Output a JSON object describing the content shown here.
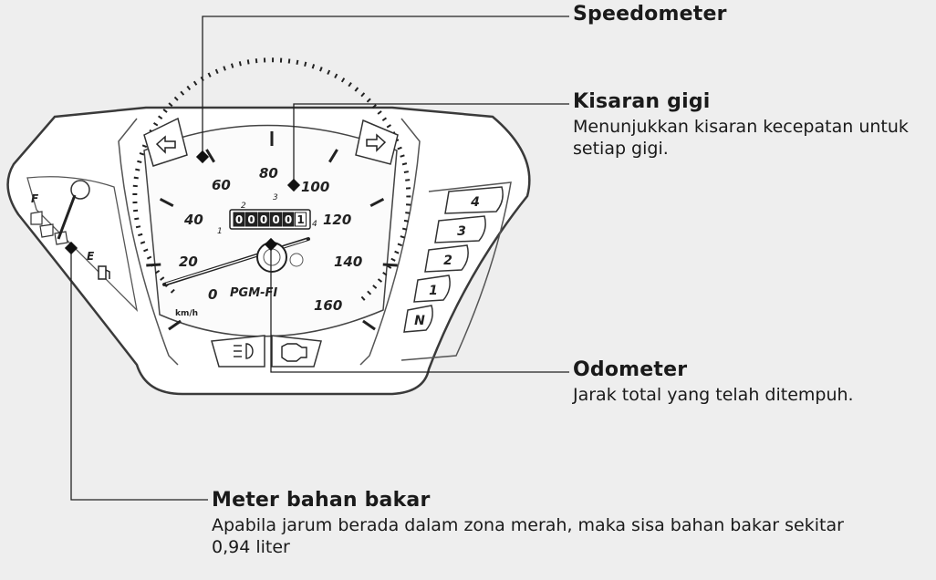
{
  "callouts": {
    "speedometer": {
      "title": "Speedometer"
    },
    "gear_range": {
      "title": "Kisaran gigi",
      "desc": "Menunjukkan kisaran kecepatan untuk setiap gigi."
    },
    "odometer": {
      "title": "Odometer",
      "desc": "Jarak total yang telah ditempuh."
    },
    "fuel_meter": {
      "title": "Meter bahan bakar",
      "desc": "Apabila jarum berada dalam zona merah, maka sisa bahan bakar sekitar 0,94 liter"
    }
  },
  "speed_labels": [
    "0",
    "20",
    "40",
    "60",
    "80",
    "100",
    "120",
    "140",
    "160"
  ],
  "speed_unit": "km/h",
  "brand_text": "PGM-FI",
  "odometer_digits": [
    "0",
    "0",
    "0",
    "0",
    "0",
    "1"
  ],
  "gear_range_marks": [
    "1",
    "2",
    "3",
    "4"
  ],
  "gear_indicators": [
    "4",
    "3",
    "2",
    "1",
    "N"
  ],
  "fuel_labels": {
    "full": "F",
    "empty": "E"
  },
  "indicator_icons": [
    "left-turn-signal-icon",
    "right-turn-signal-icon",
    "high-beam-icon",
    "engine-check-icon",
    "fuel-pump-icon"
  ]
}
